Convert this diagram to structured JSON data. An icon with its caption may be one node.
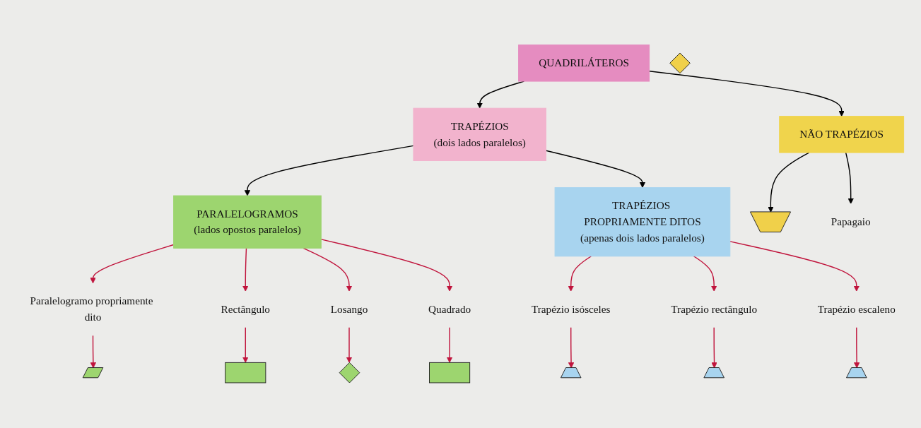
{
  "diagram": {
    "nodes": [
      {
        "text": [
          "QUADRILÁTEROS"
        ]
      },
      {
        "text": [
          "TRAPÉZIOS",
          "(dois lados paralelos)"
        ]
      },
      {
        "text": [
          "NÃO TRAPÉZIOS"
        ]
      },
      {
        "text": [
          "Papagaio"
        ]
      },
      {
        "text": [
          "PARALELOGRAMOS",
          "(lados opostos paralelos)"
        ]
      },
      {
        "text": [
          "TRAPÉZIOS PROPRIAMENTE DITOS",
          "(apenas dois lados paralelos)"
        ]
      },
      {
        "text": [],
        "shape": "quadrilateral"
      },
      {
        "text": [],
        "shape": "diamond"
      },
      {
        "text": [
          "Paralelogramo propriamente dito"
        ]
      },
      {
        "text": [
          "Rectângulo"
        ]
      },
      {
        "text": [
          "Losango"
        ]
      },
      {
        "text": [
          "Quadrado"
        ]
      },
      {
        "text": [
          "Trapézio isósceles"
        ]
      },
      {
        "text": [
          "Trapézio rectângulo"
        ]
      },
      {
        "text": [
          "Trapézio escaleno"
        ]
      },
      {
        "text": [],
        "shape": "parallelogram"
      },
      {
        "text": [],
        "shape": "box"
      },
      {
        "text": [],
        "shape": "diamond"
      },
      {
        "text": [],
        "shape": "box"
      },
      {
        "text": [],
        "shape": "trapezoid"
      },
      {
        "text": [],
        "shape": "trapezoid"
      },
      {
        "text": [],
        "shape": "trapezoid"
      }
    ],
    "edges": [
      {
        "from": 0,
        "to": 1,
        "arrow": "to",
        "color": "#000000"
      },
      {
        "from": 0,
        "to": 2,
        "arrow": "to",
        "color": "#000000"
      },
      {
        "from": 1,
        "to": 4,
        "arrow": "to",
        "color": "#000000"
      },
      {
        "from": 1,
        "to": 5,
        "arrow": "to",
        "color": "#000000"
      },
      {
        "from": 2,
        "to": 6,
        "arrow": "to",
        "color": "#000000"
      },
      {
        "from": 2,
        "to": 3,
        "arrow": "to",
        "color": "#000000"
      },
      {
        "from": 4,
        "to": 8,
        "arrow": "to"
      },
      {
        "from": 4,
        "to": 9,
        "arrow": "to"
      },
      {
        "from": 4,
        "to": 10,
        "arrow": "to"
      },
      {
        "from": 4,
        "to": 11,
        "arrow": "to"
      },
      {
        "from": 5,
        "to": 12,
        "arrow": "to"
      },
      {
        "from": 5,
        "to": 13,
        "arrow": "to"
      },
      {
        "from": 5,
        "to": 14,
        "arrow": "to"
      },
      {
        "from": 8,
        "to": 15,
        "arrow": "to"
      },
      {
        "from": 9,
        "to": 16,
        "arrow": "to"
      },
      {
        "from": 10,
        "to": 17,
        "arrow": "to"
      },
      {
        "from": 11,
        "to": 18,
        "arrow": "to"
      },
      {
        "from": 12,
        "to": 19,
        "arrow": "to"
      },
      {
        "from": 13,
        "to": 20,
        "arrow": "to"
      },
      {
        "from": 14,
        "to": 21,
        "arrow": "to"
      }
    ]
  }
}
